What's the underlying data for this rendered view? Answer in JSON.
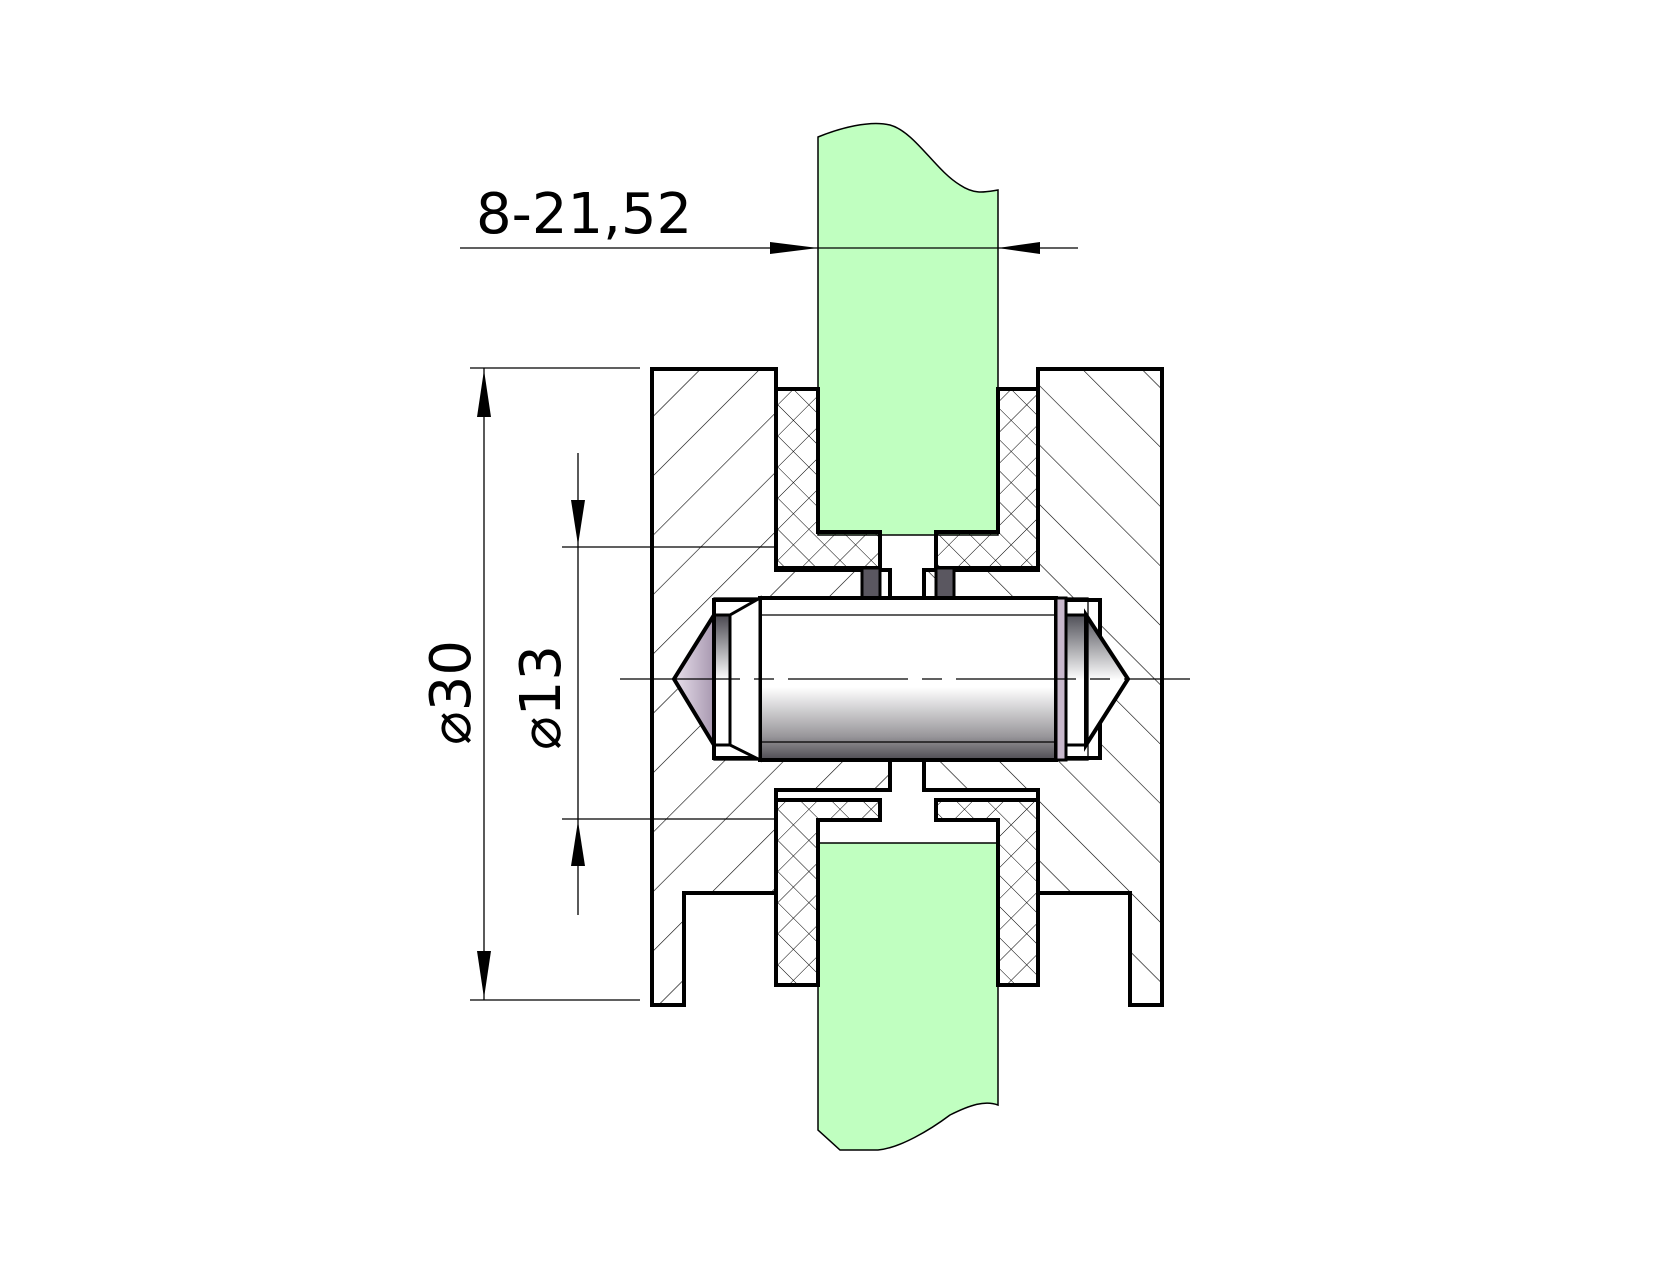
{
  "drawing": {
    "type": "cross-section technical drawing",
    "subject": "glass panel clamp / connector with pin",
    "colors": {
      "glass": "#c0ffc0",
      "outline": "#000000",
      "pin_shade_dark": "#5a5760",
      "pin_shade_light": "#ffffff",
      "pin_tip": "#b8a8c0",
      "background": "#ffffff"
    }
  },
  "dimensions": {
    "glass_thickness": {
      "label": "8-21,52",
      "orientation": "horizontal"
    },
    "outer_diameter": {
      "symbol": "⌀",
      "value": "30",
      "orientation": "vertical"
    },
    "inner_diameter": {
      "symbol": "⌀",
      "value": "13",
      "orientation": "vertical"
    }
  },
  "parts": [
    {
      "name": "glass-panel-top",
      "material": "glass"
    },
    {
      "name": "glass-panel-bottom",
      "material": "glass"
    },
    {
      "name": "clamp-body-left",
      "hatch": "diagonal"
    },
    {
      "name": "clamp-body-right",
      "hatch": "diagonal"
    },
    {
      "name": "gasket-left",
      "hatch": "cross"
    },
    {
      "name": "gasket-right",
      "hatch": "cross"
    },
    {
      "name": "connector-pin",
      "shading": "gradient"
    }
  ]
}
